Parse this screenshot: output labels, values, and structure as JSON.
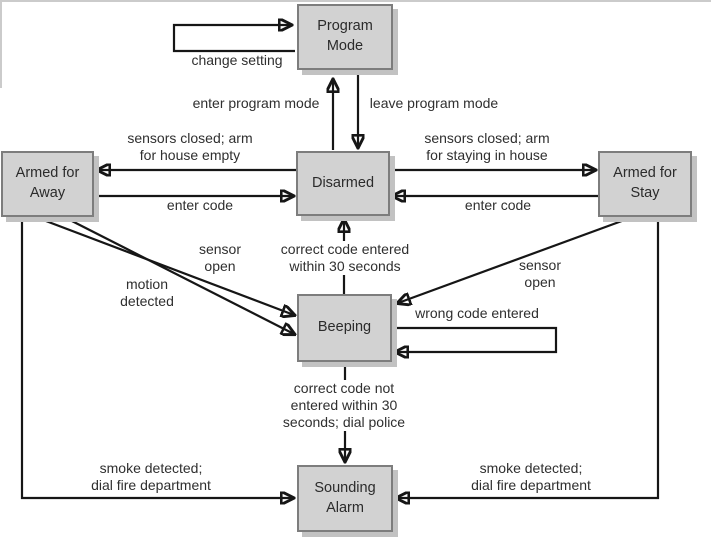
{
  "diagram": {
    "description": "Home security system state transition diagram",
    "colors": {
      "node_fill": "#d2d2d2",
      "node_border": "#7d7d7d",
      "node_shadow": "#c2c2c2",
      "line": "#161616",
      "text": "#2f2f2f",
      "page_edge": "#cbcbcb",
      "background": "#ffffff"
    },
    "nodes": {
      "program_mode": {
        "label": "Program\nMode"
      },
      "disarmed": {
        "label": "Disarmed"
      },
      "armed_away": {
        "label": "Armed for\nAway"
      },
      "armed_stay": {
        "label": "Armed for\nStay"
      },
      "beeping": {
        "label": "Beeping"
      },
      "sounding_alarm": {
        "label": "Sounding\nAlarm"
      }
    },
    "edges": [
      {
        "from": "program_mode",
        "to": "program_mode",
        "label": "change setting"
      },
      {
        "from": "disarmed",
        "to": "program_mode",
        "label": "enter program mode"
      },
      {
        "from": "program_mode",
        "to": "disarmed",
        "label": "leave program mode"
      },
      {
        "from": "disarmed",
        "to": "armed_away",
        "label": "sensors closed; arm\nfor house empty"
      },
      {
        "from": "armed_away",
        "to": "disarmed",
        "label": "enter code"
      },
      {
        "from": "disarmed",
        "to": "armed_stay",
        "label": "sensors closed; arm\nfor staying in house"
      },
      {
        "from": "armed_stay",
        "to": "disarmed",
        "label": "enter code"
      },
      {
        "from": "beeping",
        "to": "disarmed",
        "label": "correct code entered\nwithin 30 seconds"
      },
      {
        "from": "armed_away",
        "to": "beeping",
        "label": "sensor\nopen"
      },
      {
        "from": "armed_away",
        "to": "beeping",
        "label": "motion\ndetected"
      },
      {
        "from": "armed_stay",
        "to": "beeping",
        "label": "sensor\nopen"
      },
      {
        "from": "beeping",
        "to": "beeping",
        "label": "wrong code entered"
      },
      {
        "from": "beeping",
        "to": "sounding_alarm",
        "label": "correct code not\nentered within 30\nseconds; dial police"
      },
      {
        "from": "armed_away",
        "to": "sounding_alarm",
        "label": "smoke detected;\ndial fire department"
      },
      {
        "from": "armed_stay",
        "to": "sounding_alarm",
        "label": "smoke detected;\ndial fire department"
      }
    ]
  }
}
